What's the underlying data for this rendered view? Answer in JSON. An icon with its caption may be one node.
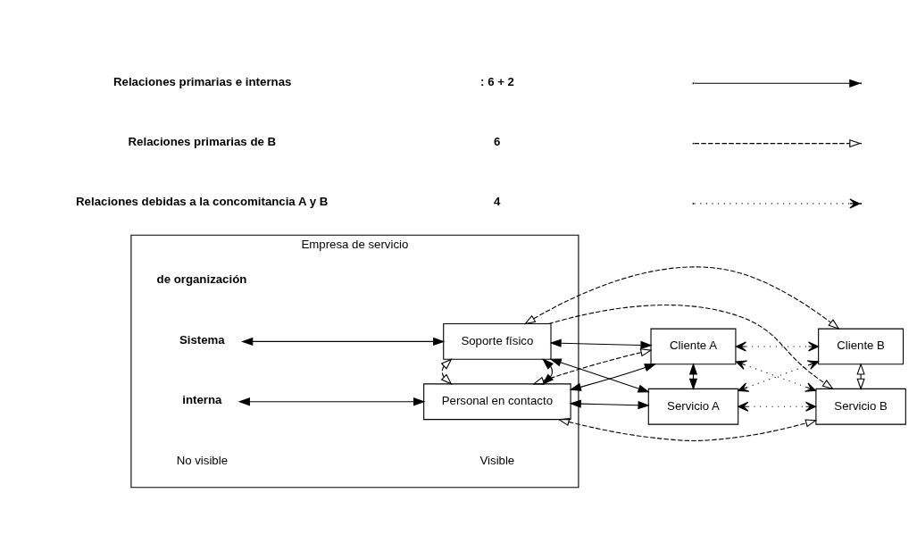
{
  "diagram": {
    "nodes": [
      {
        "text": [
          "Empresa de servicio"
        ]
      },
      {
        "text": [
          "Sistema"
        ],
        "in": 0
      },
      {
        "text": [
          "Soporte físico"
        ],
        "in": 0
      },
      {
        "text": [
          "interna"
        ],
        "in": 0
      },
      {
        "text": [
          "Personal en contacto"
        ],
        "in": 0
      },
      {
        "text": [
          "Cliente A"
        ]
      },
      {
        "text": [
          "Cliente B"
        ]
      },
      {
        "text": [
          "Servicio A"
        ]
      },
      {
        "text": [
          "Servicio B"
        ]
      }
    ],
    "edges": [
      {
        "from": 1,
        "to": 2,
        "arrow": "both"
      },
      {
        "from": 3,
        "to": 4,
        "arrow": "both"
      },
      {
        "from": 2,
        "to": 4,
        "arrow": "both"
      },
      {
        "from": 2,
        "to": 4,
        "arrow": "both",
        "style": "dashed"
      },
      {
        "from": 2,
        "to": 5,
        "arrow": "both"
      },
      {
        "from": 2,
        "to": 6,
        "arrow": "both",
        "style": "dashed"
      },
      {
        "from": 2,
        "to": 7,
        "arrow": "both"
      },
      {
        "from": 2,
        "to": 8,
        "arrow": "to",
        "style": "dashed"
      },
      {
        "from": 4,
        "to": 5,
        "arrow": "both"
      },
      {
        "from": 4,
        "to": 5,
        "arrow": "both",
        "style": "dashed"
      },
      {
        "from": 4,
        "to": 7,
        "arrow": "both"
      },
      {
        "from": 4,
        "to": 8,
        "arrow": "both",
        "style": "dashed"
      },
      {
        "from": 5,
        "to": 7,
        "arrow": "both"
      },
      {
        "from": 5,
        "to": 6,
        "arrow": "both",
        "style": "dashed"
      },
      {
        "from": 6,
        "to": 7,
        "arrow": "both",
        "style": "dashed"
      },
      {
        "from": 6,
        "to": 8,
        "arrow": "both",
        "style": "dashed"
      },
      {
        "from": 7,
        "to": 8,
        "arrow": "both",
        "style": "dashed"
      },
      {
        "from": 8,
        "to": 5,
        "arrow": "both",
        "style": "dashed"
      }
    ],
    "labels": [
      "No visible",
      "Visible",
      "de organización",
      ": 6 + 2",
      "6",
      "4"
    ],
    "legend": [
      {
        "text": "Relaciones primarias e internas"
      },
      {
        "text": "Relaciones primarias de B"
      },
      {
        "text": "Relaciones debidas a la concomitancia A y B"
      }
    ]
  }
}
